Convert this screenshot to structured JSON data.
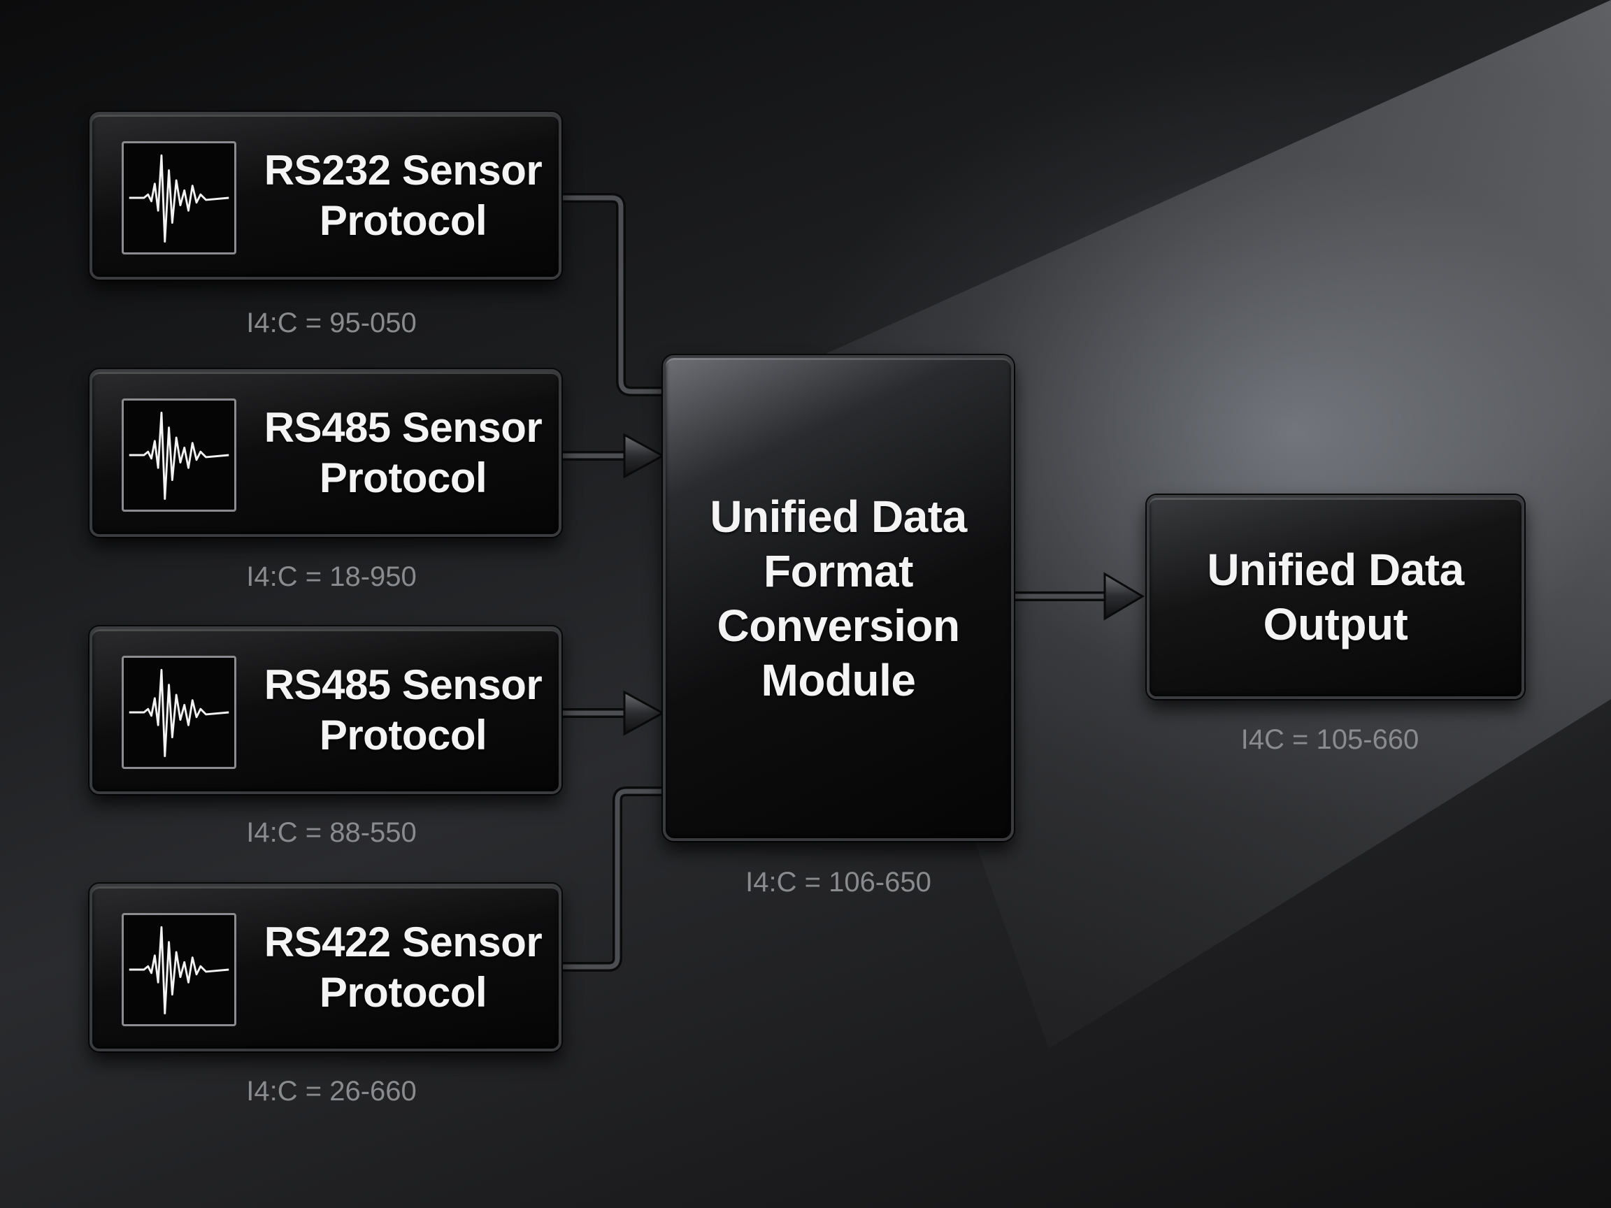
{
  "sensors": [
    {
      "name": "RS232 Sensor\nProtocol",
      "code": "I4:C = 95-050"
    },
    {
      "name": "RS485 Sensor\nProtocol",
      "code": "I4:C = 18-950"
    },
    {
      "name": "RS485 Sensor\nProtocol",
      "code": "I4:C = 88-550"
    },
    {
      "name": "RS422 Sensor\nProtocol",
      "code": "I4:C = 26-660"
    }
  ],
  "converter": {
    "name": "Unified Data\nFormat\nConversion\nModule",
    "code": "I4:C = 106-650"
  },
  "output": {
    "name": "Unified Data\nOutput",
    "code": "I4C = 105-660"
  },
  "icons": {
    "sensor": "waveform-icon"
  },
  "colors": {
    "background": "#1b1c1e",
    "box": "#0d0d0e",
    "border": "#3a3b3e",
    "connector": "#5a5b5f",
    "text": "#f4f4f4",
    "caption": "#8a8b8e"
  }
}
